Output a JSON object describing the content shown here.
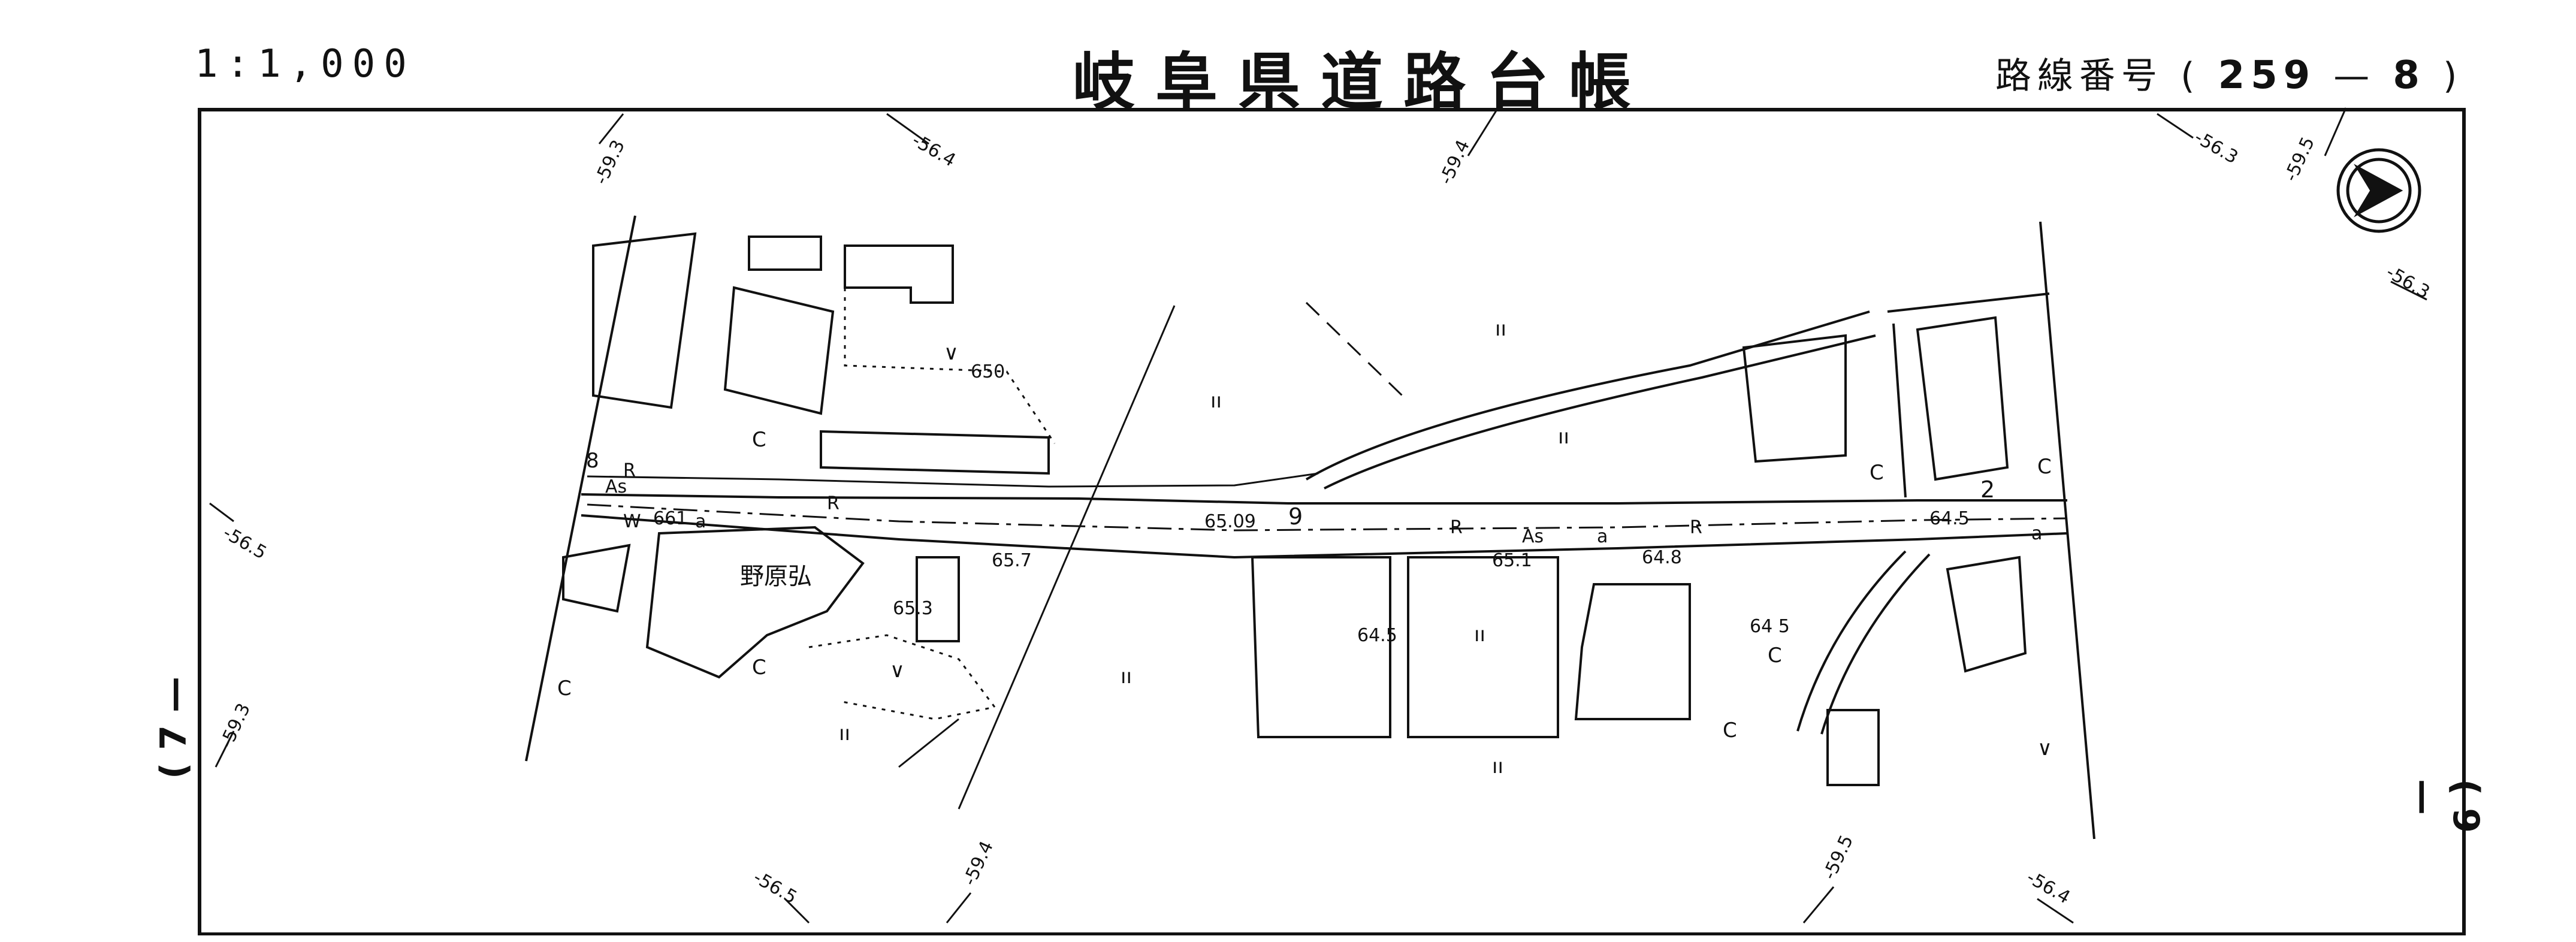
{
  "header": {
    "scale": "1:1,000",
    "title": "岐阜県道路台帳",
    "route_prefix": "路線番号",
    "route_open": "(",
    "route_number": "259",
    "route_dash": "—",
    "route_sheet": "8",
    "route_close": ")"
  },
  "side": {
    "left_sheet": "7",
    "right_sheet": "9"
  },
  "map": {
    "owner_name": "野原弘",
    "elevations": {
      "e650": "650",
      "e6509": "65.09",
      "e661": "661",
      "e657": "65.7",
      "e653": "65.3",
      "e645a": "64.5",
      "e651": "65.1",
      "e648": "64.8",
      "e645b": "64 5",
      "e645c": "64.5"
    },
    "contours": {
      "c1": "-59.3",
      "c2": "-56.4",
      "c3": "-59.4",
      "c4": "-56.3",
      "c5": "-59.5",
      "c6": "-56.3",
      "c7": "-56.5",
      "c8": "-59.3",
      "c9": "-56.5",
      "c10": "-59.4",
      "c11": "-59.5",
      "c12": "-56.4"
    },
    "road_marks": {
      "as_left": "As",
      "as_mid": "As",
      "w": "W",
      "r1": "R",
      "r2": "R",
      "r3": "R",
      "r4": "R",
      "num_9": "9",
      "num_2": "2",
      "num_8": "8",
      "sym_a1": "a",
      "sym_a2": "a",
      "sym_a3": "a"
    },
    "landuse": {
      "field": "∨",
      "paddy": "ıı",
      "mulberry": "C"
    }
  }
}
